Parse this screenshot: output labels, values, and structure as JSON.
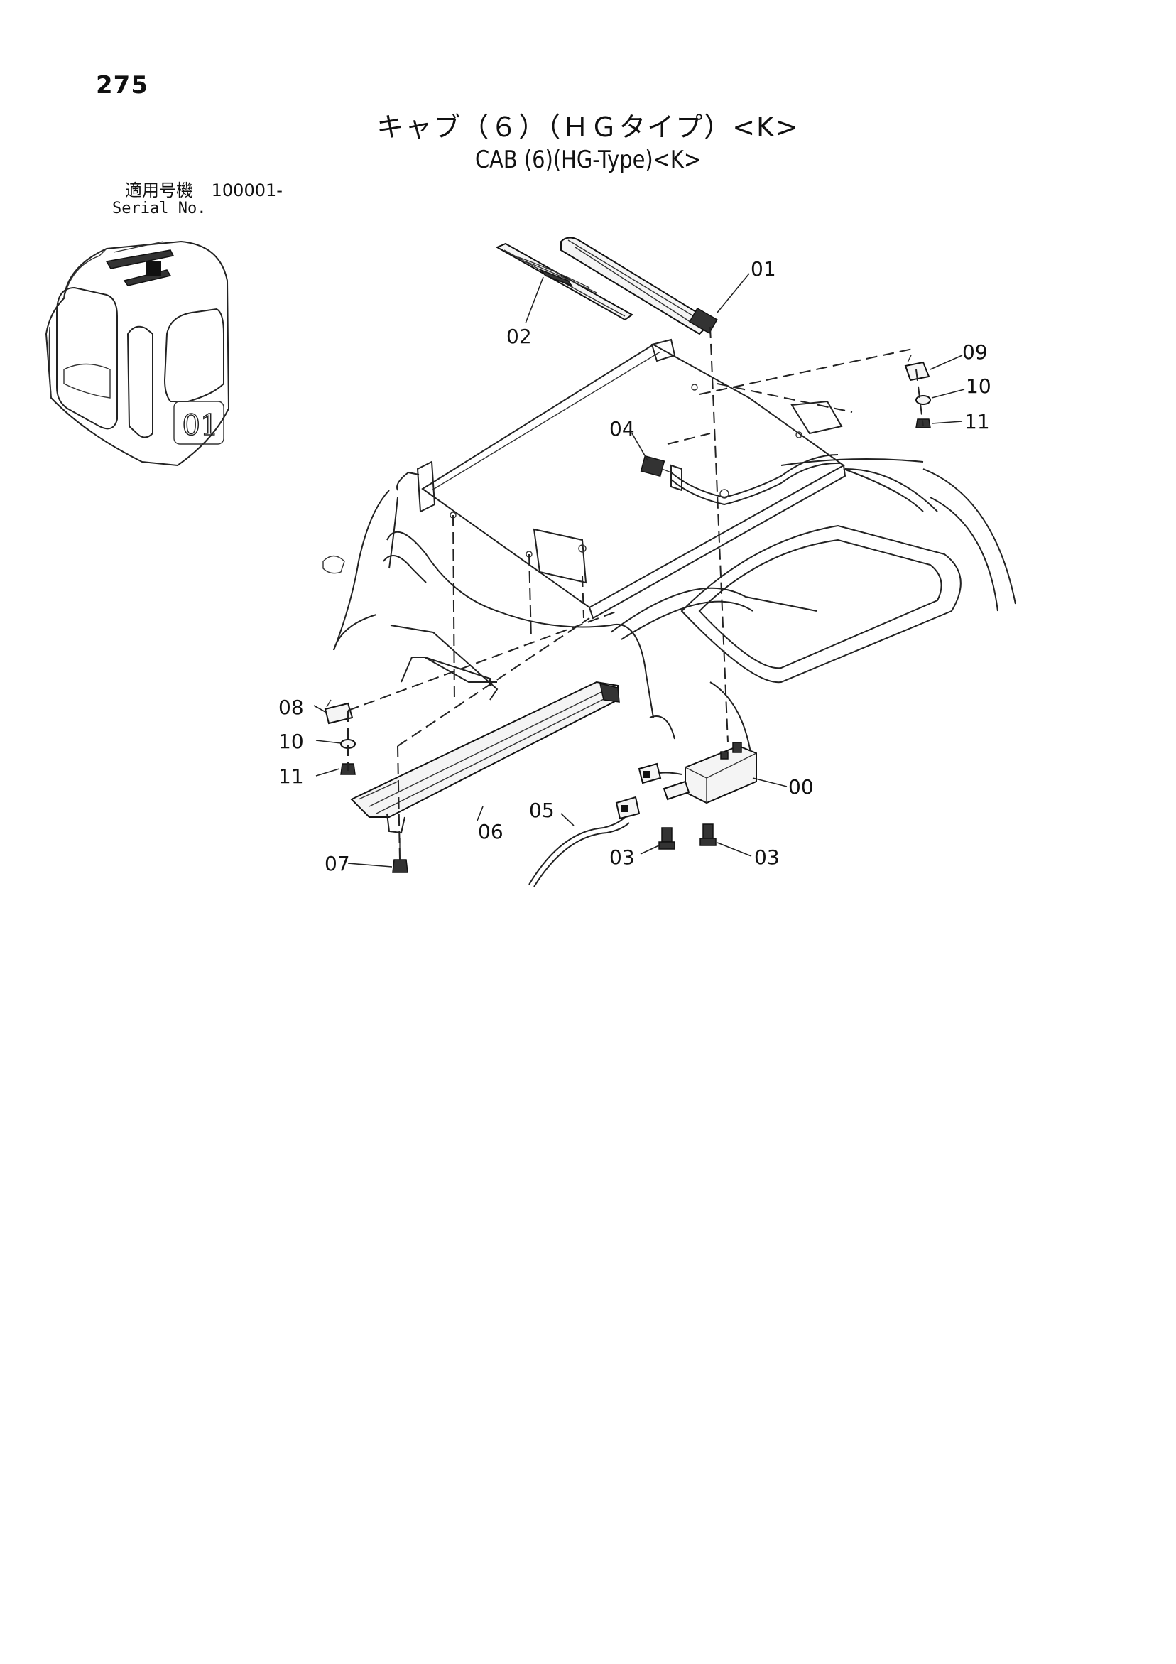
{
  "page_number": "275",
  "title_jp": "キャブ（６）（ＨＧタイプ）<K>",
  "title_en": "CAB (6)(HG-Type)<K>",
  "serial": {
    "label_jp": "適用号機",
    "value": "100001-",
    "label_en": "Serial No."
  },
  "inset_label": "01",
  "callouts": {
    "c00": "00",
    "c01": "01",
    "c02": "02",
    "c03a": "03",
    "c03b": "03",
    "c04": "04",
    "c05": "05",
    "c06": "06",
    "c07": "07",
    "c08": "08",
    "c09": "09",
    "c10a": "10",
    "c10b": "10",
    "c11a": "11",
    "c11b": "11"
  }
}
